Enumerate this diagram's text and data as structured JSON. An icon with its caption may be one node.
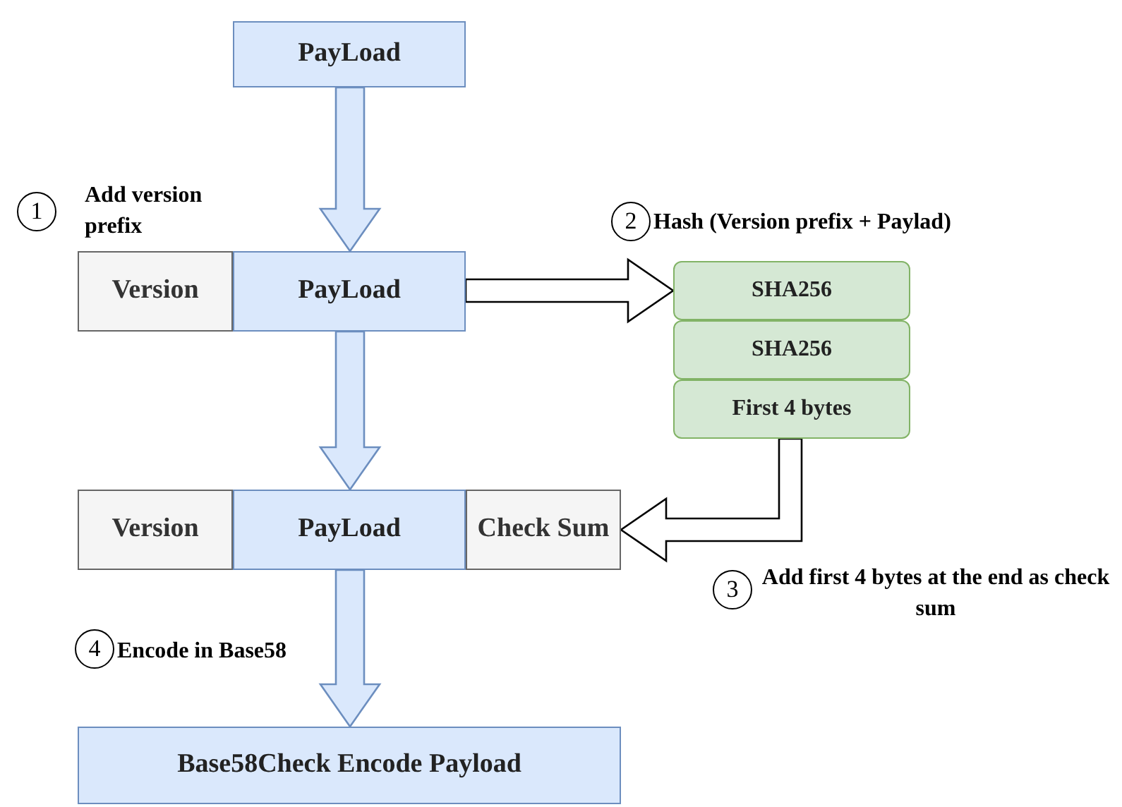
{
  "diagram": {
    "nodes": [
      {
        "text": [
          "PayLoad"
        ]
      },
      {
        "text": [
          "Version"
        ]
      },
      {
        "text": [
          "PayLoad"
        ]
      },
      {
        "text": [
          "SHA256"
        ]
      },
      {
        "text": [
          "SHA256"
        ]
      },
      {
        "text": [
          "First 4 bytes"
        ]
      },
      {
        "text": [
          "Version"
        ]
      },
      {
        "text": [
          "PayLoad"
        ]
      },
      {
        "text": [
          "Check Sum"
        ]
      },
      {
        "text": [
          "Base58Check Encode Payload"
        ]
      }
    ],
    "edges": [
      {
        "from": 0,
        "to": 2,
        "arrow": "to"
      },
      {
        "from": 2,
        "to": 7,
        "arrow": "to"
      },
      {
        "from": 7,
        "to": 9,
        "arrow": "to"
      },
      {
        "from": 2,
        "to": 3,
        "arrow": "to",
        "color": "#000000"
      },
      {
        "from": 5,
        "to": 8,
        "arrow": "to",
        "color": "#000000"
      }
    ],
    "labels": [
      "1",
      "Add version prefix",
      "2",
      "Hash (Version prefix + Paylad)",
      "3",
      "Add first 4 bytes at the end as check sum",
      "4",
      "Encode in Base58"
    ]
  }
}
